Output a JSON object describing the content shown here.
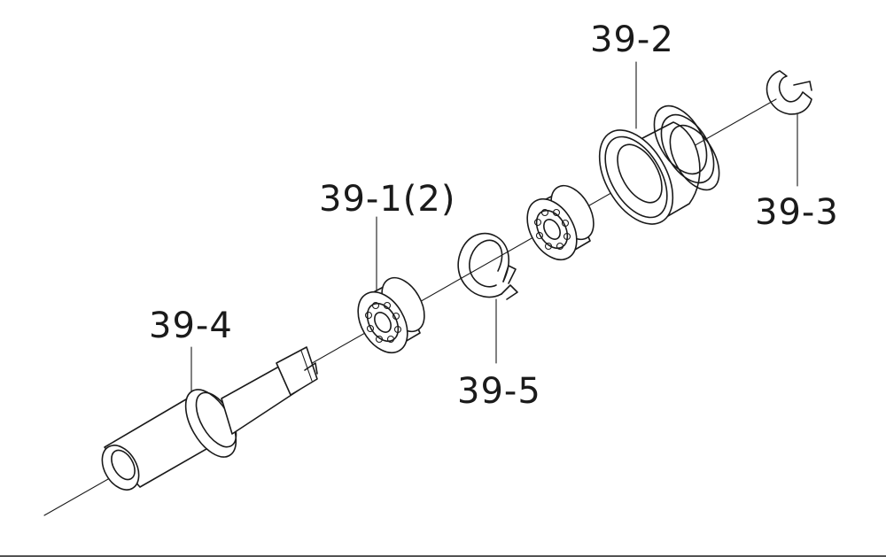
{
  "callouts": {
    "part_39_2": "39-2",
    "part_39_3": "39-3",
    "part_39_1": "39-1(2)",
    "part_39_4": "39-4",
    "part_39_5": "39-5"
  },
  "colors": {
    "ink": "#1a1a1a",
    "background": "#ffffff"
  }
}
